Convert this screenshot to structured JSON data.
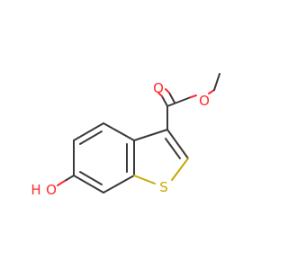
{
  "molecule": {
    "atoms": {
      "o_carbonyl": {
        "symbol": "O"
      },
      "o_ester": {
        "symbol": "O"
      },
      "o_hydroxyl": {
        "symbol": "O"
      },
      "h_hydroxyl": {
        "symbol": "H"
      },
      "s_ring": {
        "symbol": "S"
      }
    },
    "colors": {
      "carbon_bond": "#3a3a3a",
      "oxygen": "#ff2a2a",
      "sulfur": "#c8a800",
      "background": "#ffffff"
    }
  }
}
